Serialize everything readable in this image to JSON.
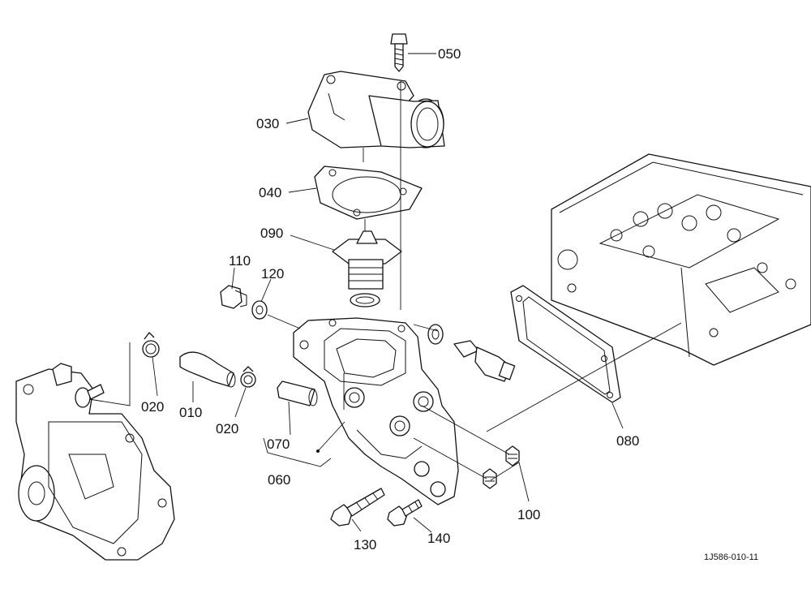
{
  "callouts": {
    "p010": "010",
    "p020a": "020",
    "p020b": "020",
    "p030": "030",
    "p040": "040",
    "p050": "050",
    "p060": "060",
    "p070": "070",
    "p080": "080",
    "p090": "090",
    "p100": "100",
    "p110": "110",
    "p120": "120",
    "p130": "130",
    "p140": "140"
  },
  "drawing_code": "1J586-010-11",
  "colors": {
    "line": "#111111",
    "background": "#ffffff"
  }
}
